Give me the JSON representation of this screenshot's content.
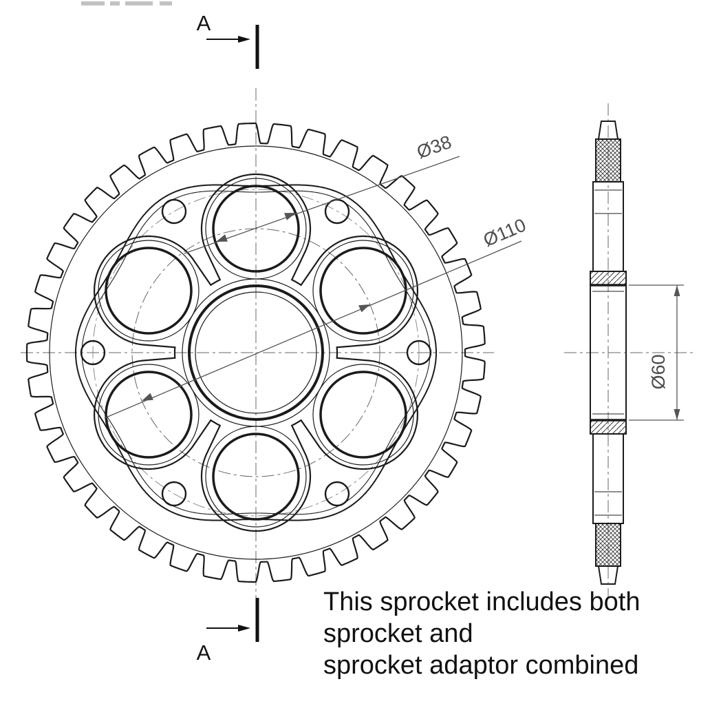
{
  "section": {
    "label_top": "A",
    "label_bottom": "A"
  },
  "dimensions": {
    "large_hole_diameter": "Ø38",
    "bolt_circle_diameter": "Ø110",
    "bore_diameter": "Ø60"
  },
  "caption": {
    "line1": "This sprocket includes both",
    "line2": "sprocket and",
    "line3": "sprocket adaptor combined"
  },
  "colors": {
    "line": "#1b1b1b",
    "dimension": "#4d4d4d",
    "centerline": "#666666",
    "background": "#ffffff"
  }
}
